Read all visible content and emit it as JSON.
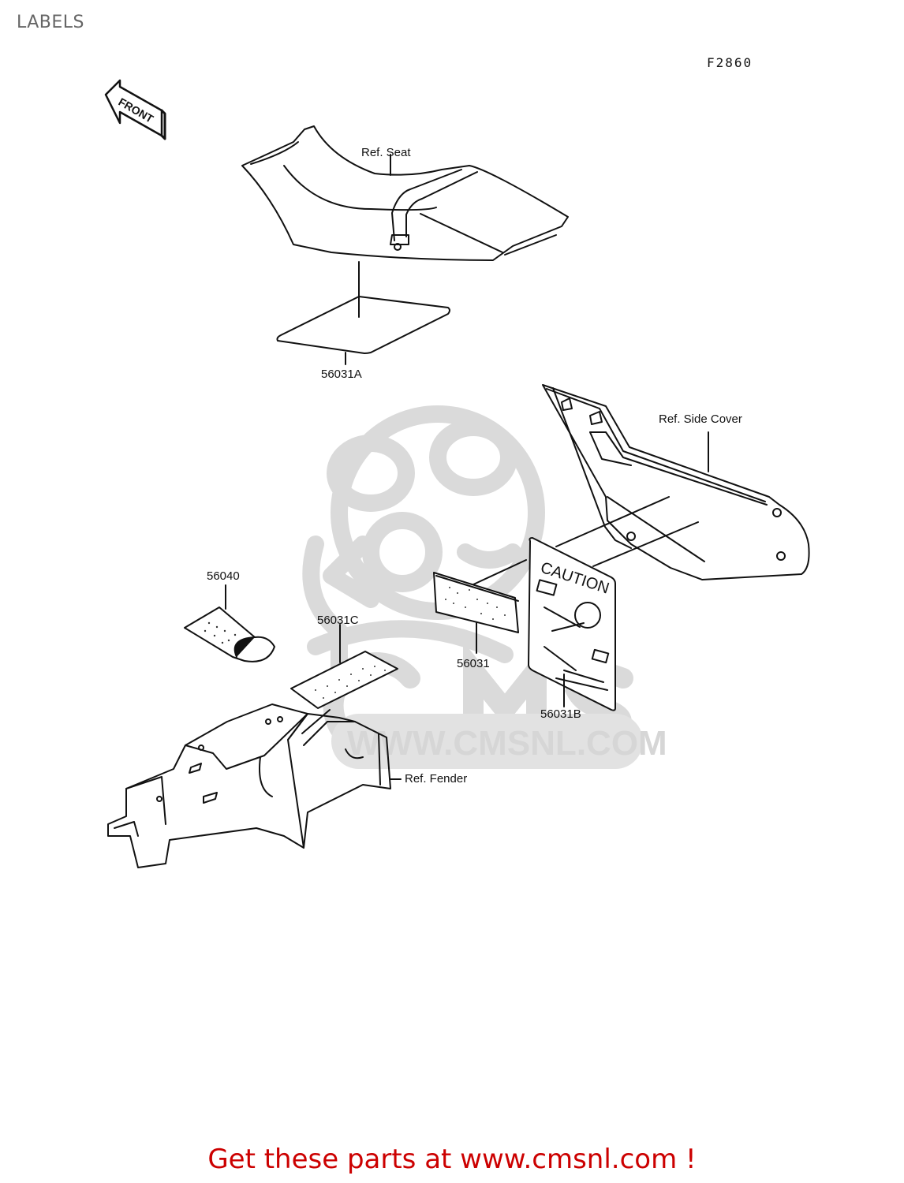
{
  "page": {
    "title": "LABELS",
    "figure_code": "F2860"
  },
  "diagram": {
    "front_arrow_label": "FRONT",
    "references": [
      {
        "id": "ref-seat",
        "label": "Ref. Seat"
      },
      {
        "id": "ref-side-cover",
        "label": "Ref. Side Cover"
      },
      {
        "id": "ref-fender",
        "label": "Ref. Fender"
      }
    ],
    "parts": [
      {
        "id": "part-56031A",
        "number": "56031A"
      },
      {
        "id": "part-56040",
        "number": "56040"
      },
      {
        "id": "part-56031C",
        "number": "56031C"
      },
      {
        "id": "part-56031",
        "number": "56031"
      },
      {
        "id": "part-56031B",
        "number": "56031B"
      }
    ],
    "caution_label_text": "CAUTION",
    "watermark": {
      "brand": "CMS",
      "url": "WWW.CMSNL.COM"
    }
  },
  "footer": {
    "cta_text": "Get these parts at www.cmsnl.com !",
    "cta_color": "#cc0000"
  }
}
